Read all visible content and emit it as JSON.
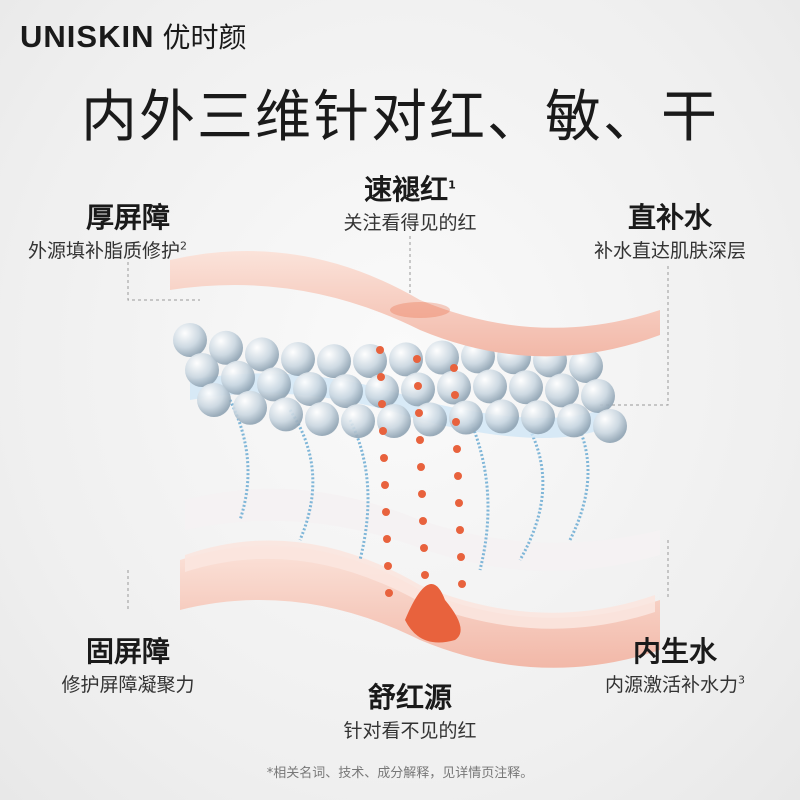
{
  "brand": {
    "logo_en": "UNISKIN",
    "logo_cn": "优时颜"
  },
  "headline": "内外三维针对红、敏、干",
  "features": [
    {
      "title": "厚屏障",
      "subtitle": "外源填补脂质修护",
      "sup": "2"
    },
    {
      "title": "速褪红",
      "title_sup": "1",
      "subtitle": "关注看得见的红"
    },
    {
      "title": "直补水",
      "subtitle": "补水直达肌肤深层"
    },
    {
      "title": "固屏障",
      "subtitle": "修护屏障凝聚力"
    },
    {
      "title": "舒红源",
      "subtitle": "针对看不见的红"
    },
    {
      "title": "内生水",
      "subtitle": "内源激活补水力",
      "sup": "3"
    }
  ],
  "footnote": "*相关名词、技术、成分解释，见详情页注释。",
  "colors": {
    "skin_layer": "#f6c9bd",
    "droplet_accent": "#e8623d",
    "helix": "#7fb6d8"
  }
}
